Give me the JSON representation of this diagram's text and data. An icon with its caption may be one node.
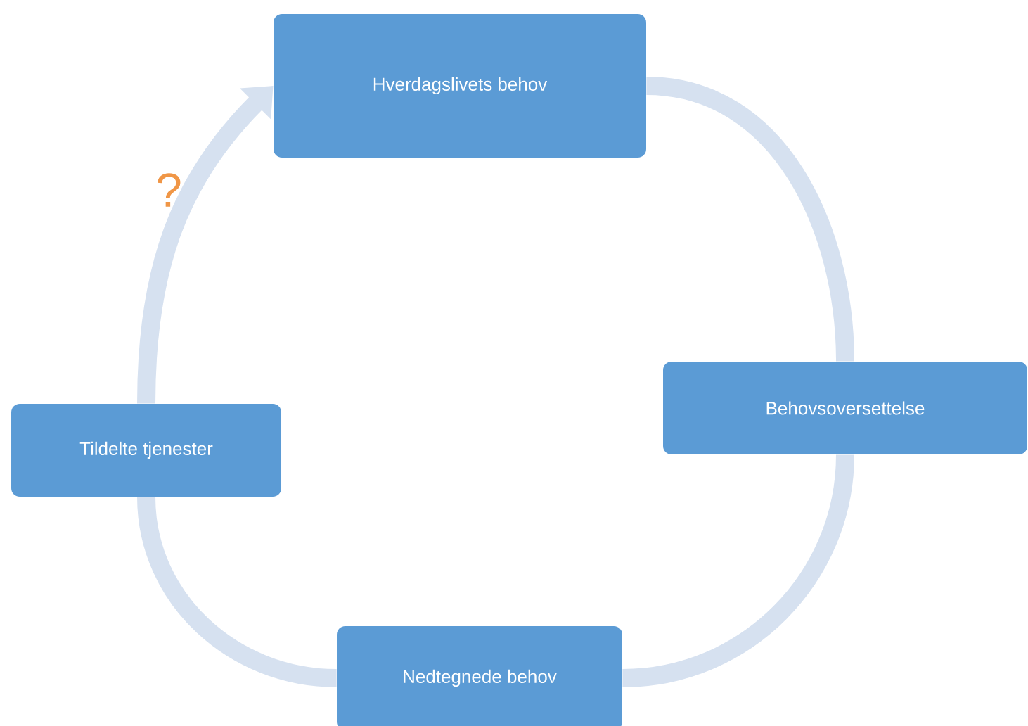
{
  "diagram": {
    "nodes": [
      {
        "text": [
          "Hverdagslivets behov"
        ]
      },
      {
        "text": [
          "Behovsoversettelse"
        ]
      },
      {
        "text": [
          "Nedtegnede behov"
        ]
      },
      {
        "text": [
          "Tildelte tjenester"
        ]
      }
    ],
    "edges": [
      {
        "from": 0,
        "to": 1,
        "arrow": "none"
      },
      {
        "from": 1,
        "to": 2,
        "arrow": "none"
      },
      {
        "from": 2,
        "to": 3,
        "arrow": "none"
      },
      {
        "from": 3,
        "to": 0,
        "arrow": "to"
      }
    ],
    "labels": [
      "?"
    ]
  }
}
